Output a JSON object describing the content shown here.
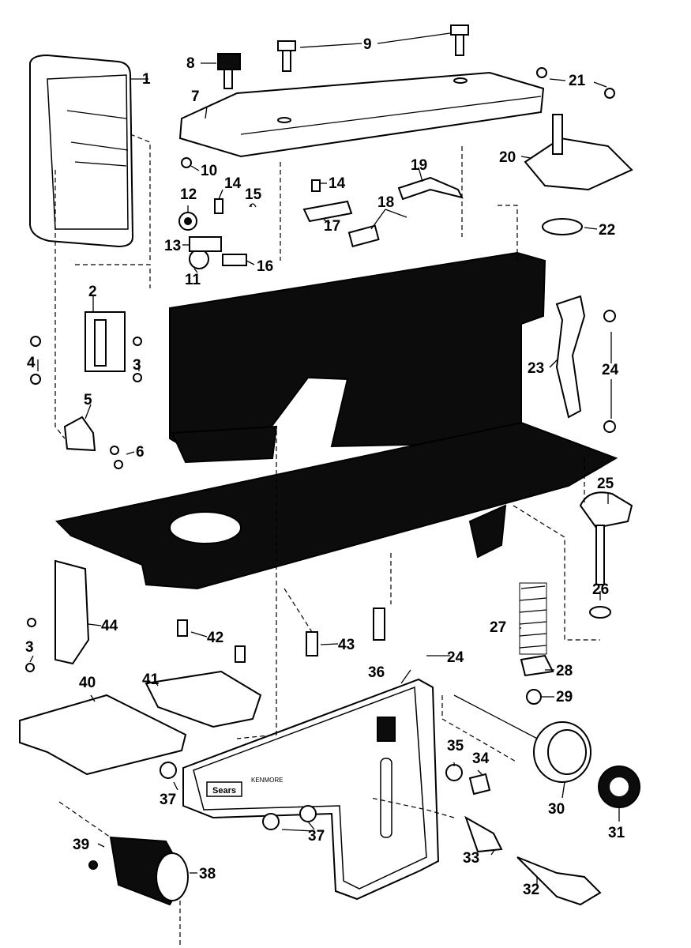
{
  "diagram": {
    "callouts": [
      "1",
      "2",
      "3",
      "3",
      "4",
      "5",
      "6",
      "7",
      "8",
      "9",
      "10",
      "11",
      "12",
      "13",
      "14",
      "14",
      "15",
      "16",
      "17",
      "18",
      "19",
      "20",
      "21",
      "22",
      "23",
      "24",
      "24",
      "25",
      "26",
      "27",
      "28",
      "29",
      "30",
      "31",
      "32",
      "33",
      "34",
      "35",
      "36",
      "37",
      "37",
      "38",
      "39",
      "40",
      "41",
      "42",
      "43",
      "44"
    ],
    "panel": {
      "brand": "Sears",
      "model": "KENMORE"
    }
  }
}
